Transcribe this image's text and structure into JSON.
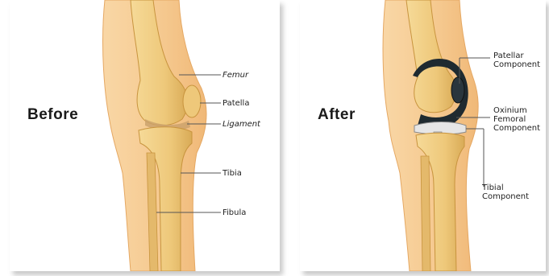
{
  "before": {
    "heading": "Before",
    "labels": {
      "femur": "Femur",
      "patella": "Patella",
      "ligament": "Ligament",
      "tibia": "Tibia",
      "fibula": "Fibula"
    }
  },
  "after": {
    "heading": "After",
    "labels": {
      "patellar_component": [
        "Patellar",
        "Component"
      ],
      "femoral_component": [
        "Oxinium",
        "Femoral",
        "Component"
      ],
      "tibial_component": [
        "Tibial",
        "Component"
      ]
    }
  },
  "colors": {
    "skin": "#f6c98c",
    "skin_light": "#fbe3bd",
    "bone": "#eec87a",
    "bone_shade": "#d9ab57",
    "implant_dark": "#1f2a30",
    "implant_light": "#e6e6e6"
  }
}
